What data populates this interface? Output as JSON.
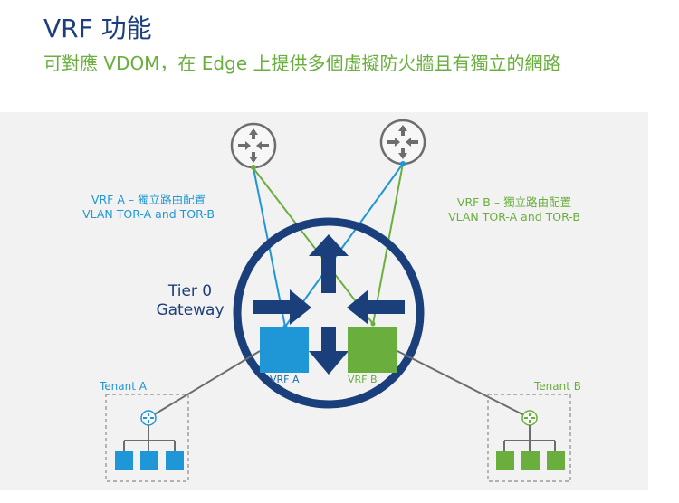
{
  "header": {
    "title": "VRF 功能",
    "subtitle": "可對應 VDOM，在 Edge 上提供多個虛擬防火牆且有獨立的網路"
  },
  "diagram": {
    "vrf_a_description": {
      "line1": "VRF A – 獨立路由配置",
      "line2": "VLAN TOR-A and TOR-B"
    },
    "vrf_b_description": {
      "line1": "VRF B – 獨立路由配置",
      "line2": "VLAN TOR-A and TOR-B"
    },
    "gateway_label": {
      "line1": "Tier 0",
      "line2": "Gateway"
    },
    "vrf_a_tag": "VRF A",
    "vrf_b_tag": "VRF B",
    "tenant_a_label": "Tenant A",
    "tenant_b_label": "Tenant B",
    "icons": {
      "tor_router_left": "router-icon",
      "tor_router_right": "router-icon",
      "tenant_a_router": "router-icon",
      "tenant_b_router": "router-icon"
    },
    "colors": {
      "title": "#1b3f7a",
      "subtitle": "#6aaf3d",
      "vrf_a": "#1f96d6",
      "vrf_b": "#6aaf3d",
      "gateway": "#1b3f7a",
      "router": "#6d6d6d",
      "panel": "#f2f2f2"
    }
  }
}
